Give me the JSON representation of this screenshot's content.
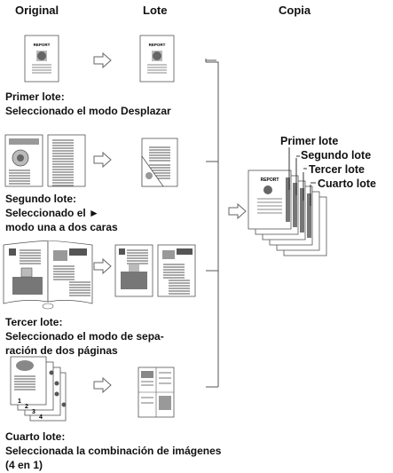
{
  "headers": {
    "original": "Original",
    "lote": "Lote",
    "copia": "Copia"
  },
  "captions": {
    "first": [
      "Primer lote:",
      "Seleccionado el modo Desplazar"
    ],
    "second": [
      "Segundo lote:",
      "Seleccionado el ►",
      "modo una a dos caras"
    ],
    "third": [
      "Tercer lote:",
      "Seleccionado el modo de sepa-",
      "ración de dos páginas"
    ],
    "fourth": [
      "Cuarto lote:",
      "Seleccionada la combinación de imágenes",
      "(4 en 1)"
    ]
  },
  "stack_labels": [
    "Primer lote",
    "Segundo lote",
    "Tercer lote",
    "Cuarto lote"
  ],
  "doc_title": "REPORT",
  "sheet_numbers": [
    "1",
    "2",
    "3",
    "4"
  ]
}
